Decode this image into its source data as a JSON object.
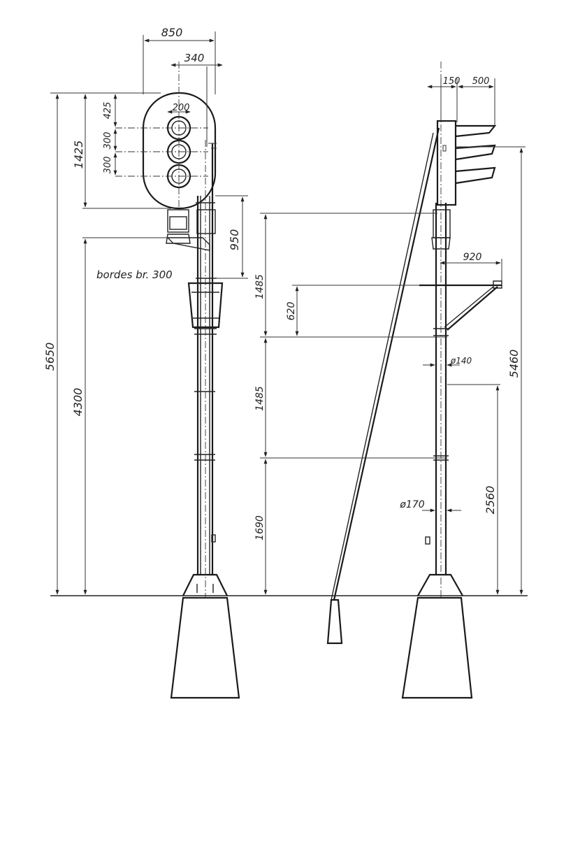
{
  "front_view": {
    "dimensions": {
      "overall_width": "850",
      "lamp_offset": "340",
      "lamp_diameter": "200",
      "head_top": "425",
      "lamp_spacing_1": "300",
      "lamp_spacing_2": "300",
      "head_height": "1425",
      "bracket_gap": "950",
      "total_height": "5650",
      "platform_height": "4300"
    },
    "note": "bordes br. 300"
  },
  "side_view": {
    "dimensions": {
      "hood_offset": "150",
      "hood_depth": "500",
      "upper_segment": "1485",
      "ladder_bracket": "620",
      "platform_width": "920",
      "middle_segment": "1485",
      "mast_diameter_top": "ø140",
      "bottom_segment": "1690",
      "mast_diameter_bottom": "ø170",
      "marker_height": "2560",
      "signal_height": "5460"
    }
  },
  "colors": {
    "ink": "#222222",
    "paper": "#ffffff"
  }
}
